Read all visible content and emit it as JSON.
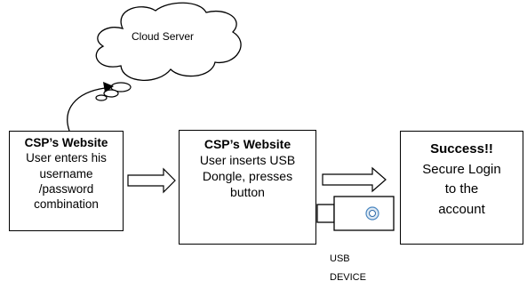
{
  "cloud": {
    "label": "Cloud Server"
  },
  "steps": [
    {
      "title": "CSP’s Website",
      "lines": [
        "User enters his",
        "username",
        "/password",
        "combination"
      ]
    },
    {
      "title": "CSP’s Website",
      "lines": [
        "User inserts USB",
        "Dongle, presses",
        "button"
      ]
    },
    {
      "title": "Success!!",
      "lines": [
        "Secure Login",
        "to the",
        "account"
      ]
    }
  ],
  "usb": {
    "label_line1": "USB",
    "label_line2": "DEVICE"
  }
}
